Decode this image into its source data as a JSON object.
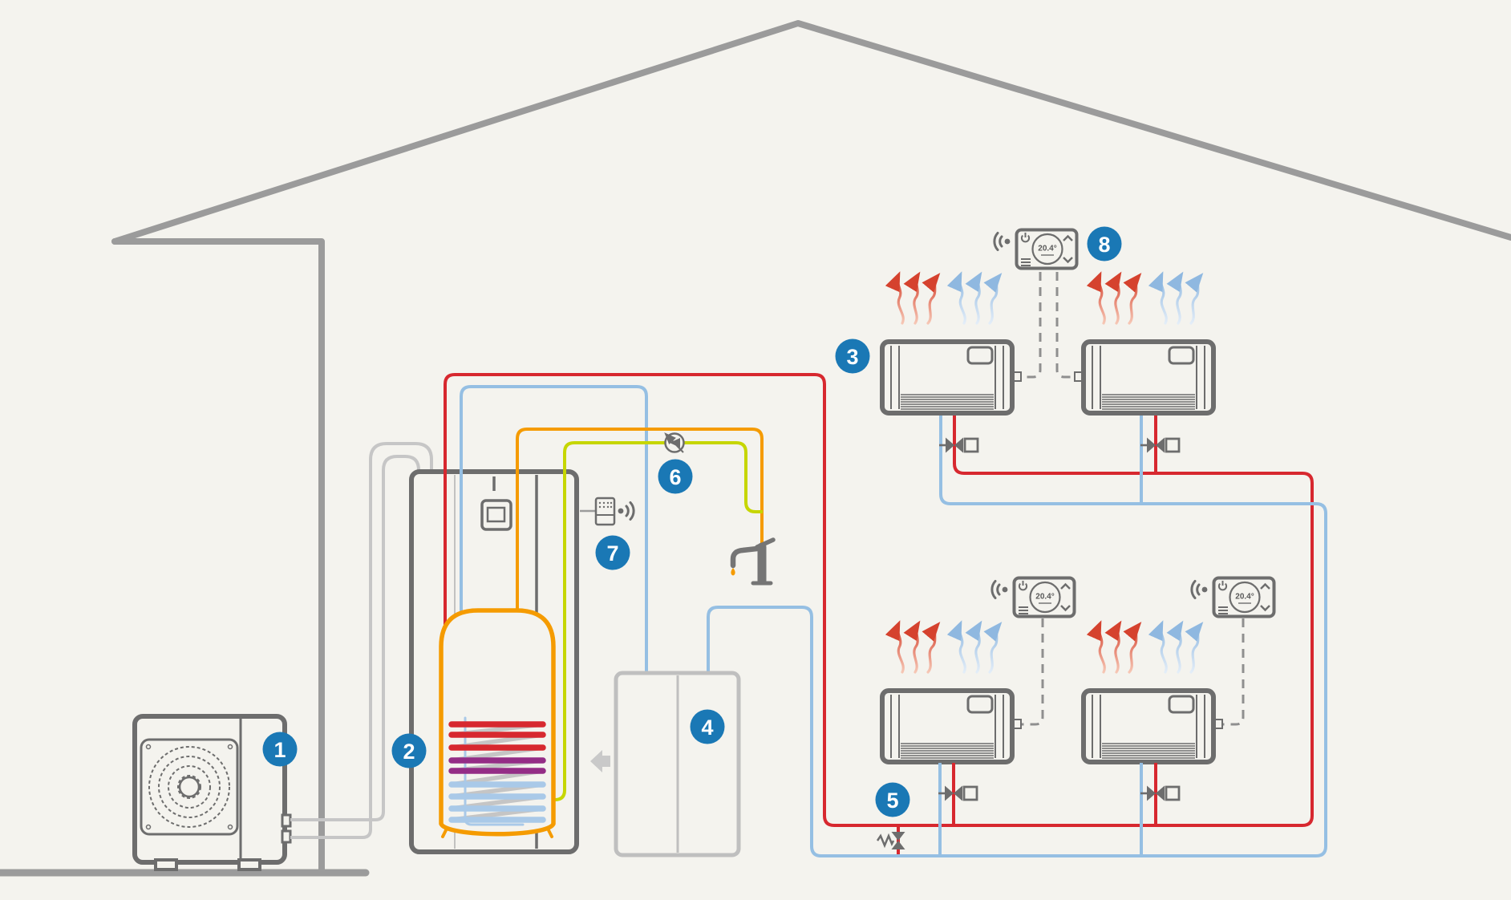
{
  "scene": {
    "background": "#f4f3ee",
    "badge_color": "#1a78b5",
    "badges": [
      {
        "n": "1"
      },
      {
        "n": "2"
      },
      {
        "n": "3"
      },
      {
        "n": "4"
      },
      {
        "n": "5"
      },
      {
        "n": "6"
      },
      {
        "n": "7"
      },
      {
        "n": "8"
      }
    ],
    "thermostats": [
      {
        "temp": "20.4°"
      },
      {
        "temp": "20.4°"
      },
      {
        "temp": "20.4°"
      }
    ],
    "pipe_colors": {
      "heating_supply": "#d7282f",
      "heating_return": "#95bfe3",
      "domestic_hot_water": "#f59b00",
      "circulation": "#c6d600",
      "refrigerant": "#c6c6c6"
    }
  }
}
